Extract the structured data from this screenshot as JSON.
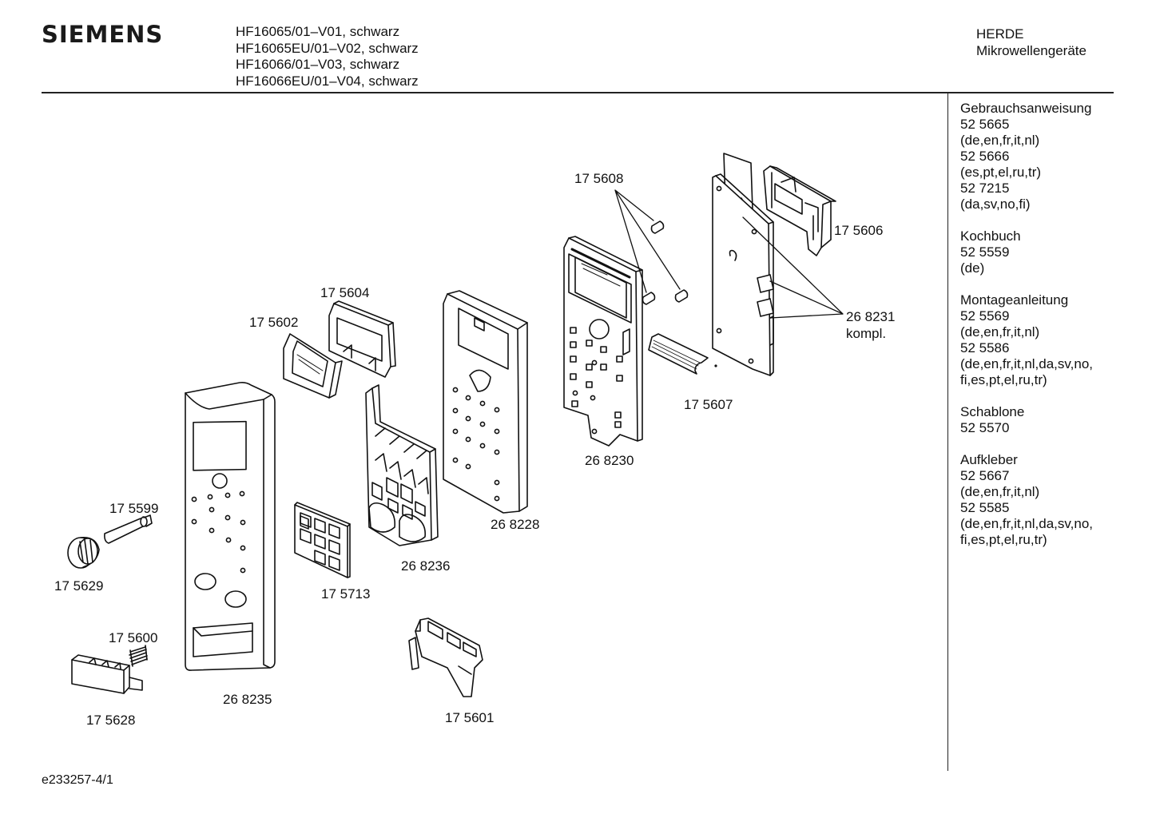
{
  "header": {
    "brand": "SIEMENS",
    "models": [
      "HF16065/01–V01, schwarz",
      "HF16065EU/01–V02, schwarz",
      "HF16066/01–V03, schwarz",
      "HF16066EU/01–V04, schwarz"
    ],
    "category_line1": "HERDE",
    "category_line2": "Mikrowellengeräte"
  },
  "sidebar": {
    "groups": [
      {
        "lines": [
          "Gebrauchsanweisung",
          "52 5665",
          "(de,en,fr,it,nl)",
          "52 5666",
          "(es,pt,el,ru,tr)",
          "52 7215",
          "(da,sv,no,fi)"
        ]
      },
      {
        "lines": [
          "Kochbuch",
          "52 5559",
          "(de)"
        ]
      },
      {
        "lines": [
          "Montageanleitung",
          "52 5569",
          "(de,en,fr,it,nl)",
          "52 5586",
          "(de,en,fr,it,nl,da,sv,no,",
          "fi,es,pt,el,ru,tr)"
        ]
      },
      {
        "lines": [
          "Schablone",
          "52 5570"
        ]
      },
      {
        "lines": [
          "Aufkleber",
          "52 5667",
          "(de,en,fr,it,nl)",
          "52 5585",
          "(de,en,fr,it,nl,da,sv,no,",
          "fi,es,pt,el,ru,tr)"
        ]
      }
    ]
  },
  "parts": {
    "p175608": "17 5608",
    "p175606": "17 5606",
    "p175604": "17 5604",
    "p175602": "17 5602",
    "p268231_a": "26 8231",
    "p268231_b": "kompl.",
    "p175607": "17 5607",
    "p268230": "26 8230",
    "p268228": "26 8228",
    "p175599": "17 5599",
    "p268236": "26 8236",
    "p175629": "17 5629",
    "p175713": "17 5713",
    "p175600": "17 5600",
    "p268235": "26 8235",
    "p175628": "17 5628",
    "p175601": "17 5601"
  },
  "footer": {
    "drawing_id": "e233257-4/1"
  }
}
